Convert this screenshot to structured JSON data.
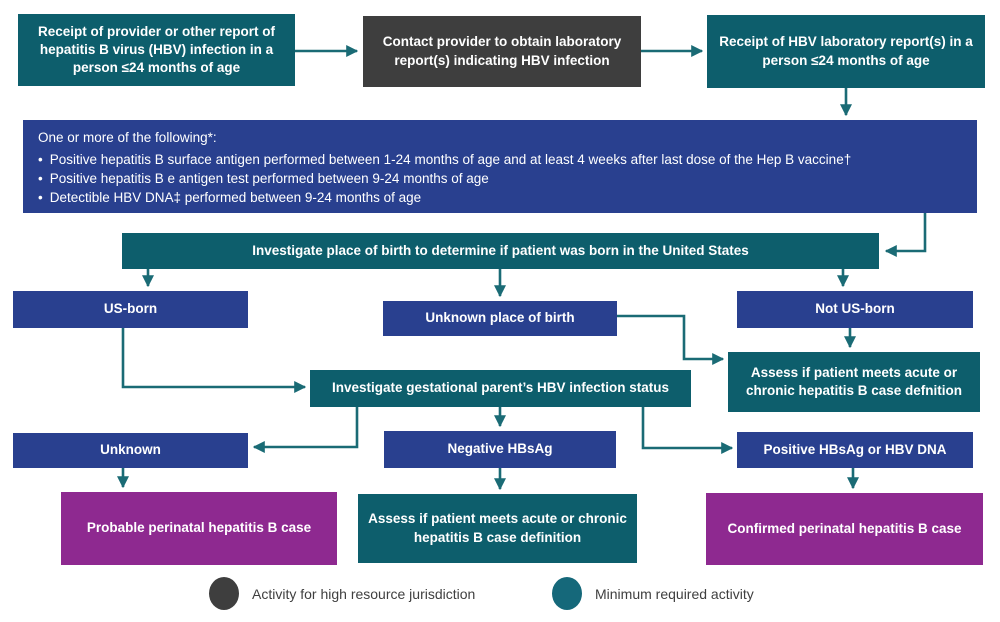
{
  "palette": {
    "teal_box": "#0d5e6c",
    "blue_box": "#29408f",
    "purple_box": "#8e2990",
    "dark_gray_box": "#3e3e3e",
    "arrow_teal": "#1a6b75",
    "legend_teal": "#15687a",
    "box_text": "#ffffff",
    "legend_text": "#3f3f3f"
  },
  "nodes": {
    "receipt_provider": "Receipt of provider or other report of hepatitis B virus (HBV) infection in a person ≤24 months of age",
    "contact_provider": "Contact provider to obtain laboratory report(s) indicating HBV infection",
    "receipt_lab": "Receipt of HBV laboratory report(s) in a person ≤24 months of age",
    "investigate_birth": "Investigate place of birth to determine if patient was born in the United States",
    "us_born": "US-born",
    "unknown_place": "Unknown place of birth",
    "not_us_born": "Not US-born",
    "assess_right": "Assess if patient meets acute or chronic hepatitis B case defnition",
    "investigate_parent": "Investigate gestational parent’s HBV infection status",
    "unknown": "Unknown",
    "negative_hbsag": "Negative HBsAg",
    "positive_hbsag": "Positive HBsAg or HBV DNA",
    "probable_case": "Probable perinatal hepatitis B case",
    "assess_bottom": "Assess if patient meets acute or chronic hepatitis B case definition",
    "confirmed_case": "Confirmed perinatal hepatitis B case"
  },
  "criteria": {
    "heading": "One or more of the following*:",
    "bullets": [
      "Positive hepatitis B surface antigen performed between 1-24 months of age and at least 4 weeks after last dose of the Hep B vaccine†",
      "Positive hepatitis B e antigen test performed between 9-24 months of age",
      "Detectible HBV DNA‡ performed between 9-24 months of age"
    ]
  },
  "legend": {
    "high_resource": {
      "label": "Activity for high resource jurisdiction",
      "color": "#3e3e3e"
    },
    "minimum_required": {
      "label": "Minimum required activity",
      "color": "#15687a"
    }
  }
}
